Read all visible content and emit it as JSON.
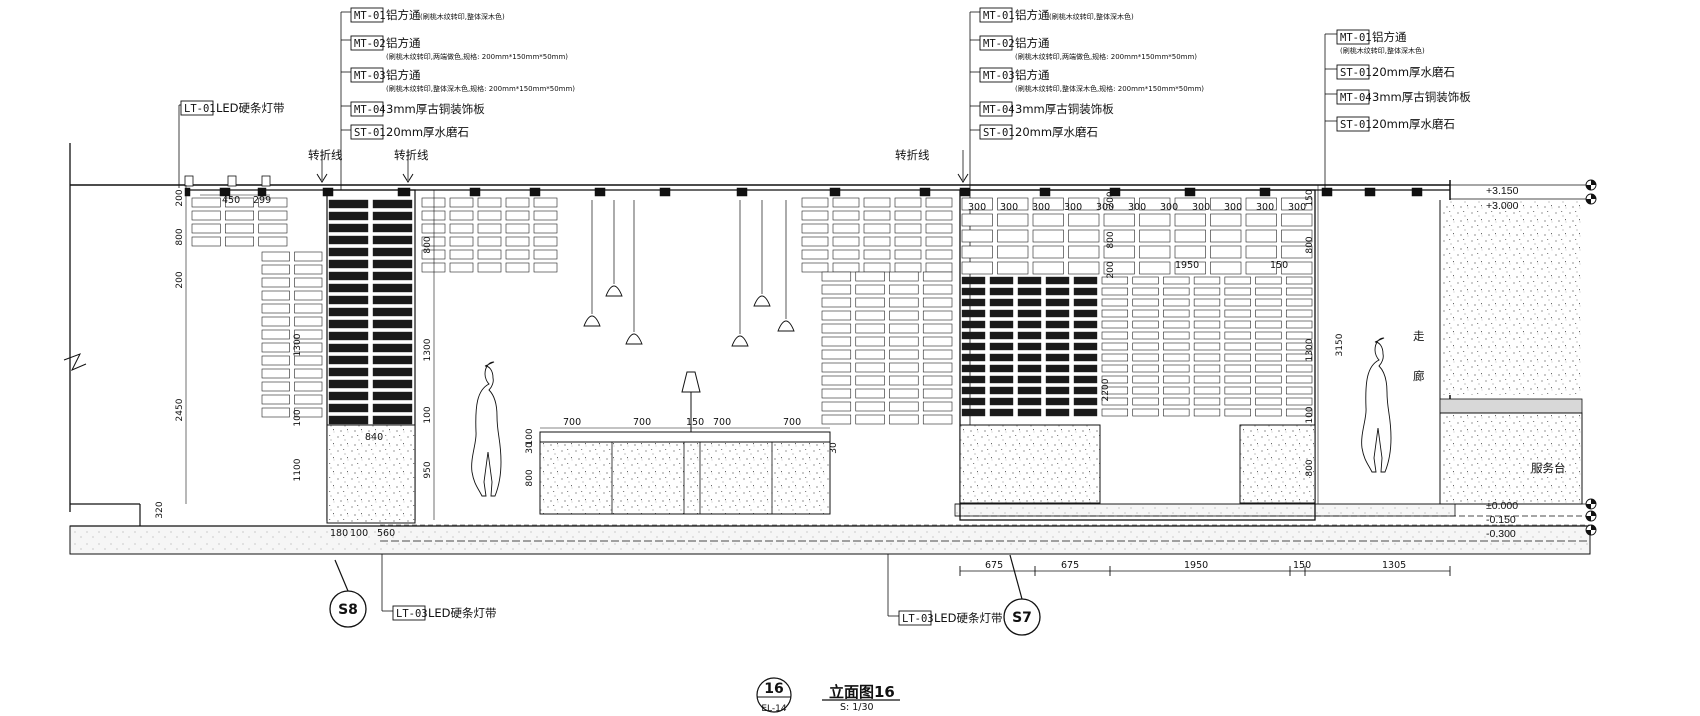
{
  "turn_label": "转折线",
  "callouts_left": [
    {
      "tag": "MT-01",
      "desc": "铝方通",
      "sub": "(刷桃木纹转印,整体深木色)"
    },
    {
      "tag": "MT-02",
      "desc": "铝方通",
      "sub": "(刷桃木纹转印,两端做色,规格: 200mm*150mm*50mm)"
    },
    {
      "tag": "MT-03",
      "desc": "铝方通",
      "sub": "(刷桃木纹转印,整体深木色,规格: 200mm*150mm*50mm)"
    },
    {
      "tag": "MT-04",
      "desc": "3mm厚古铜装饰板",
      "sub": ""
    },
    {
      "tag": "ST-01",
      "desc": "20mm厚水磨石",
      "sub": ""
    }
  ],
  "callouts_mid": [
    {
      "tag": "MT-01",
      "desc": "铝方通",
      "sub": "(刷桃木纹转印,整体深木色)"
    },
    {
      "tag": "MT-02",
      "desc": "铝方通",
      "sub": "(刷桃木纹转印,两端做色,规格: 200mm*150mm*50mm)"
    },
    {
      "tag": "MT-03",
      "desc": "铝方通",
      "sub": "(刷桃木纹转印,整体深木色,规格: 200mm*150mm*50mm)"
    },
    {
      "tag": "MT-04",
      "desc": "3mm厚古铜装饰板",
      "sub": ""
    },
    {
      "tag": "ST-01",
      "desc": "20mm厚水磨石",
      "sub": ""
    }
  ],
  "callouts_right": [
    {
      "tag": "MT-01",
      "desc": "铝方通",
      "sub": "(刷桃木纹转印,整体深木色)"
    },
    {
      "tag": "ST-01",
      "desc": "20mm厚水磨石",
      "sub": ""
    },
    {
      "tag": "MT-04",
      "desc": "3mm厚古铜装饰板",
      "sub": ""
    },
    {
      "tag": "ST-01",
      "desc": "20mm厚水磨石",
      "sub": ""
    }
  ],
  "led_top": {
    "tag": "LT-01",
    "desc": "LED硬条灯带"
  },
  "led_bottom_left": {
    "tag": "LT-03",
    "desc": "LED硬条灯带"
  },
  "led_bottom_right": {
    "tag": "LT-03",
    "desc": "LED硬条灯带"
  },
  "levels": [
    "+3.150",
    "+3.000",
    "±0.000",
    "-0.150",
    "-0.300"
  ],
  "section_markers": [
    "S8",
    "S7"
  ],
  "room_labels": {
    "corridor_1": "走",
    "corridor_2": "廊",
    "service": "服务台"
  },
  "dims": {
    "left_top": [
      "450",
      "299"
    ],
    "left_v": [
      "200",
      "800",
      "200",
      "1300",
      "2450",
      "100",
      "1100",
      "320"
    ],
    "col_v": [
      "800",
      "1300",
      "100",
      "950"
    ],
    "col_bottom": [
      "180",
      "100",
      "840",
      "560"
    ],
    "counter": [
      "700",
      "700",
      "150",
      "700",
      "700"
    ],
    "counter_v": [
      "100",
      "30",
      "800",
      "30"
    ],
    "grid_top": [
      "300",
      "300",
      "300",
      "300",
      "300",
      "300",
      "300",
      "300",
      "300",
      "300",
      "300"
    ],
    "panel_mid": [
      "1950",
      "150"
    ],
    "right_v": [
      "150",
      "800",
      "1300",
      "3150",
      "2200",
      "100",
      "800"
    ],
    "mid_v": [
      "200",
      "800",
      "200"
    ],
    "bottom_chain": [
      "675",
      "675",
      "1950",
      "150",
      "1305"
    ]
  },
  "title": {
    "number": "16",
    "sheet": "EL-14",
    "name": "立面图16",
    "scale": "S: 1/30"
  }
}
